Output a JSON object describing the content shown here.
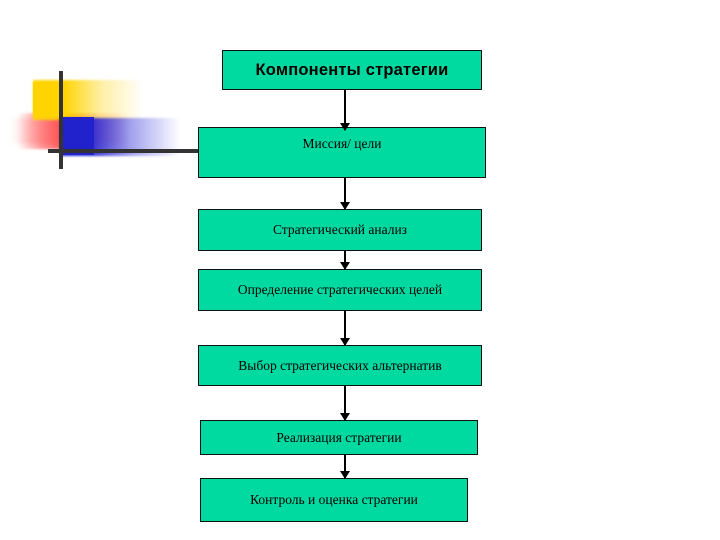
{
  "slide": {
    "background_color": "#ffffff",
    "title": "Компоненты стратегии"
  },
  "theme": {
    "box_fill": "#00d9a0",
    "box_border": "#101010",
    "text_color": "#000000",
    "deco_yellow": "#ffd400",
    "deco_blue": "#2222cc",
    "deco_red": "#ff4040",
    "deco_line": "#333333"
  },
  "decoration": {
    "yellow_square": "yellow-square",
    "blue_square": "blue-square",
    "red_band": "red-gradient-band",
    "vertical_rule": "vertical-rule",
    "horizontal_rule": "horizontal-rule"
  },
  "chart_data": {
    "type": "diagram",
    "title": "Компоненты стратегии",
    "layout": "vertical-flowchart",
    "nodes": [
      {
        "id": "title",
        "label": "Компоненты стратегии",
        "role": "header"
      },
      {
        "id": "mission",
        "label": "Миссия/ цели",
        "role": "step",
        "order": 1
      },
      {
        "id": "analysis",
        "label": "Стратегический анализ",
        "role": "step",
        "order": 2
      },
      {
        "id": "goals",
        "label": "Определение стратегических целей",
        "role": "step",
        "order": 3
      },
      {
        "id": "alt",
        "label": "Выбор стратегических альтернатив",
        "role": "step",
        "order": 4
      },
      {
        "id": "impl",
        "label": "Реализация стратегии",
        "role": "step",
        "order": 5
      },
      {
        "id": "control",
        "label": "Контроль и оценка стратегии",
        "role": "step",
        "order": 6
      }
    ],
    "edges": [
      {
        "from": "title",
        "to": "mission",
        "type": "arrow-down"
      },
      {
        "from": "mission",
        "to": "analysis",
        "type": "arrow-down"
      },
      {
        "from": "analysis",
        "to": "goals",
        "type": "arrow-down"
      },
      {
        "from": "goals",
        "to": "alt",
        "type": "arrow-down"
      },
      {
        "from": "alt",
        "to": "impl",
        "type": "arrow-down"
      },
      {
        "from": "impl",
        "to": "control",
        "type": "arrow-down"
      }
    ]
  }
}
